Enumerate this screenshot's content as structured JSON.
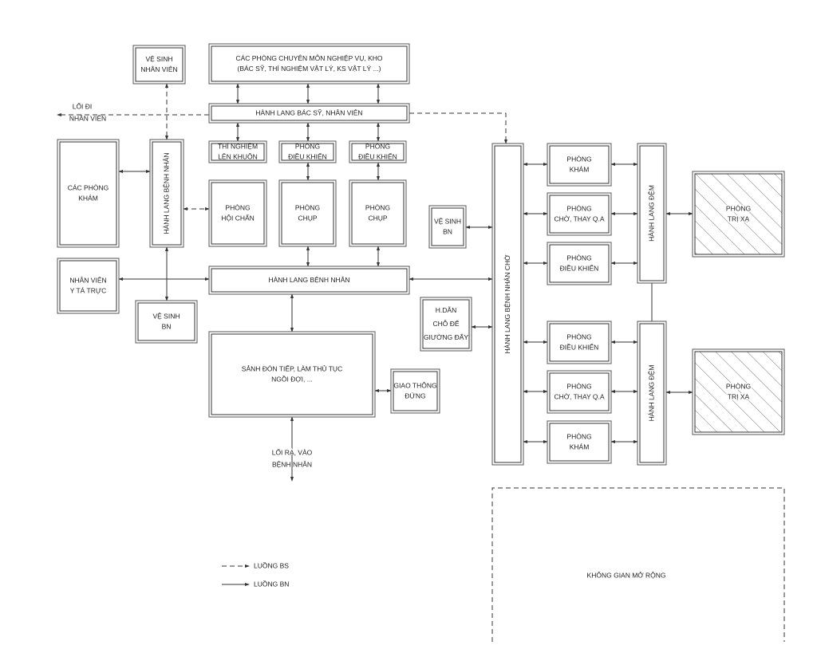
{
  "rooms": {
    "vs_nv": [
      "VỆ SINH",
      "NHÂN VIÊN"
    ],
    "chuyen_mon": [
      "CÁC PHÒNG CHUYÊN MÔN NGHIỆP VỤ, KHO",
      "(BÁC SỸ, THÍ NGHIỆM VẬT LÝ, KS VẬT LÝ ...)"
    ],
    "hl_bs": [
      "HÀNH LANG BÁC SỸ, NHÂN VIÊN"
    ],
    "tn": [
      "THÍ NGHIỆM",
      "LÊN KHUÔN"
    ],
    "dk1": [
      "PHÒNG",
      "ĐIỀU KHIỂN"
    ],
    "dk2": [
      "PHÒNG",
      "ĐIỀU KHIỂN"
    ],
    "cac_phong_kham": [
      "CÁC PHÒNG",
      "KHÁM"
    ],
    "hl_bn_v": [
      "HÀNH LANG BỆNH NHÂN"
    ],
    "hoi_chan": [
      "PHÒNG",
      "HỘI CHẨN"
    ],
    "chup1": [
      "PHÒNG",
      "CHỤP"
    ],
    "chup2": [
      "PHÒNG",
      "CHỤP"
    ],
    "nv_yta": [
      "NHÂN VIÊN",
      "Y TÁ TRỰC"
    ],
    "vs_bn": [
      "VỆ SINH",
      "BN"
    ],
    "hl_bn": [
      "HÀNH LANG BỆNH NHÂN"
    ],
    "sanh": [
      "SẢNH ĐÓN TIẾP, LÀM THỦ TỤC",
      "NGỒI ĐỢI, ..."
    ],
    "giao_thong": [
      "GIAO THÔNG",
      "ĐỨNG"
    ],
    "hdan": [
      "H.DẪN",
      "CHỖ ĐỂ",
      "GIƯỜNG ĐẨY"
    ],
    "vs_bn2": [
      "VỆ SINH",
      "BN"
    ],
    "hl_cho": [
      "HÀNH LANG BỆNH NHÂN CHỜ"
    ],
    "r_kham1": [
      "PHÒNG",
      "KHÁM"
    ],
    "r_cho1": [
      "PHÒNG",
      "CHỜ, THAY Q.A"
    ],
    "r_dk1": [
      "PHÒNG",
      "ĐIỀU KHIỂN"
    ],
    "r_dk2": [
      "PHÒNG",
      "ĐIỀU KHIỂN"
    ],
    "r_cho2": [
      "PHÒNG",
      "CHỜ, THAY Q.A"
    ],
    "r_kham2": [
      "PHÒNG",
      "KHÁM"
    ],
    "hl_dem1": [
      "HÀNH LANG ĐỆM"
    ],
    "hl_dem2": [
      "HÀNH LANG ĐỆM"
    ],
    "tri_xa1": [
      "PHÒNG",
      "TRỊ XẠ"
    ],
    "tri_xa2": [
      "PHÒNG",
      "TRỊ XẠ"
    ]
  },
  "labels": {
    "loi_di_nv": [
      "LỐI ĐI",
      "NHÂN VIÊN"
    ],
    "loi_ra_vao": [
      "LỐI RA, VÀO",
      "BỆNH NHÂN"
    ],
    "expansion": "KHÔNG GIAN MỞ RỘNG"
  },
  "legend": {
    "doctor_flow": "LUỒNG BS",
    "patient_flow": "LUỒNG BN"
  },
  "colors": {
    "line": "#333333",
    "hatch": "#555555"
  }
}
